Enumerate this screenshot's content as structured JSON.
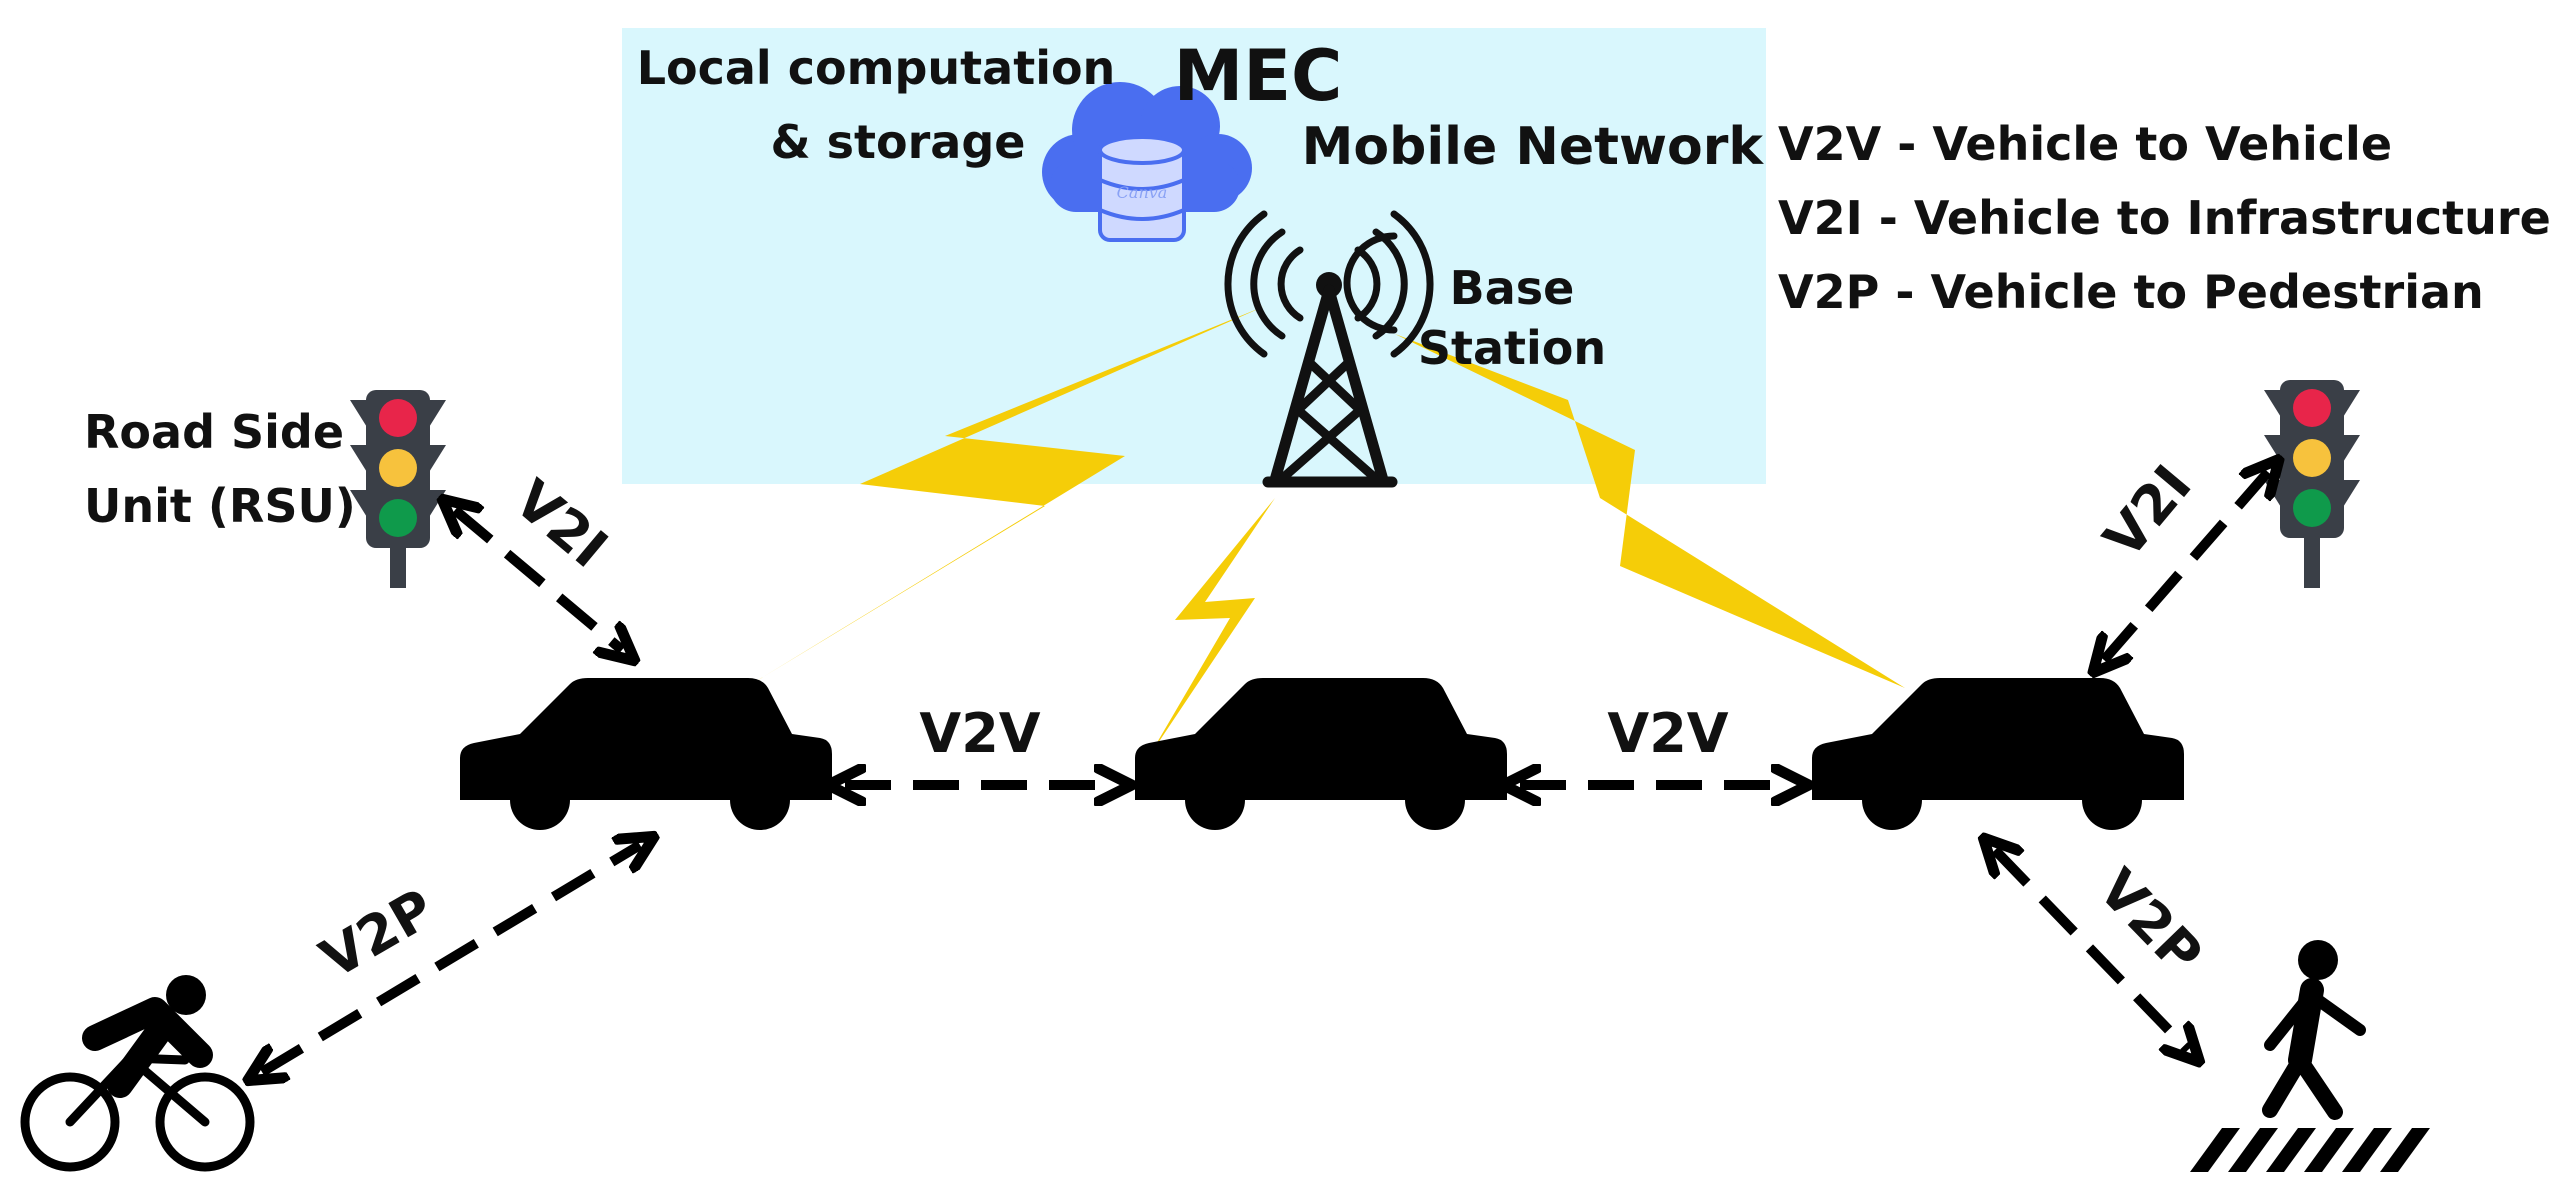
{
  "mec_title": "MEC",
  "local_computation_line1": "Local computation",
  "local_computation_line2": "& storage",
  "mobile_network_label": "Mobile Network",
  "base_station_line1": "Base",
  "base_station_line2": "Station",
  "rsu_line1": "Road Side",
  "rsu_line2": "Unit (RSU)",
  "legend": [
    "V2V - Vehicle to Vehicle",
    "V2I - Vehicle to Infrastructure",
    "V2P - Vehicle to Pedestrian"
  ],
  "links": {
    "v2v_left": "V2V",
    "v2v_right": "V2V",
    "v2i_left": "V2I",
    "v2i_right": "V2I",
    "v2p_left": "V2P",
    "v2p_right": "V2P"
  },
  "cloud_watermark": "Canva",
  "colors": {
    "mec_panel": "#d9f7fd",
    "mobile_network": "#e8191b",
    "lightning": "#f5cd08",
    "cloud": "#4a6ef0",
    "light_red": "#e8254a",
    "light_yellow": "#f7c23d",
    "light_green": "#0f9a4b",
    "light_body": "#3a3f47"
  }
}
